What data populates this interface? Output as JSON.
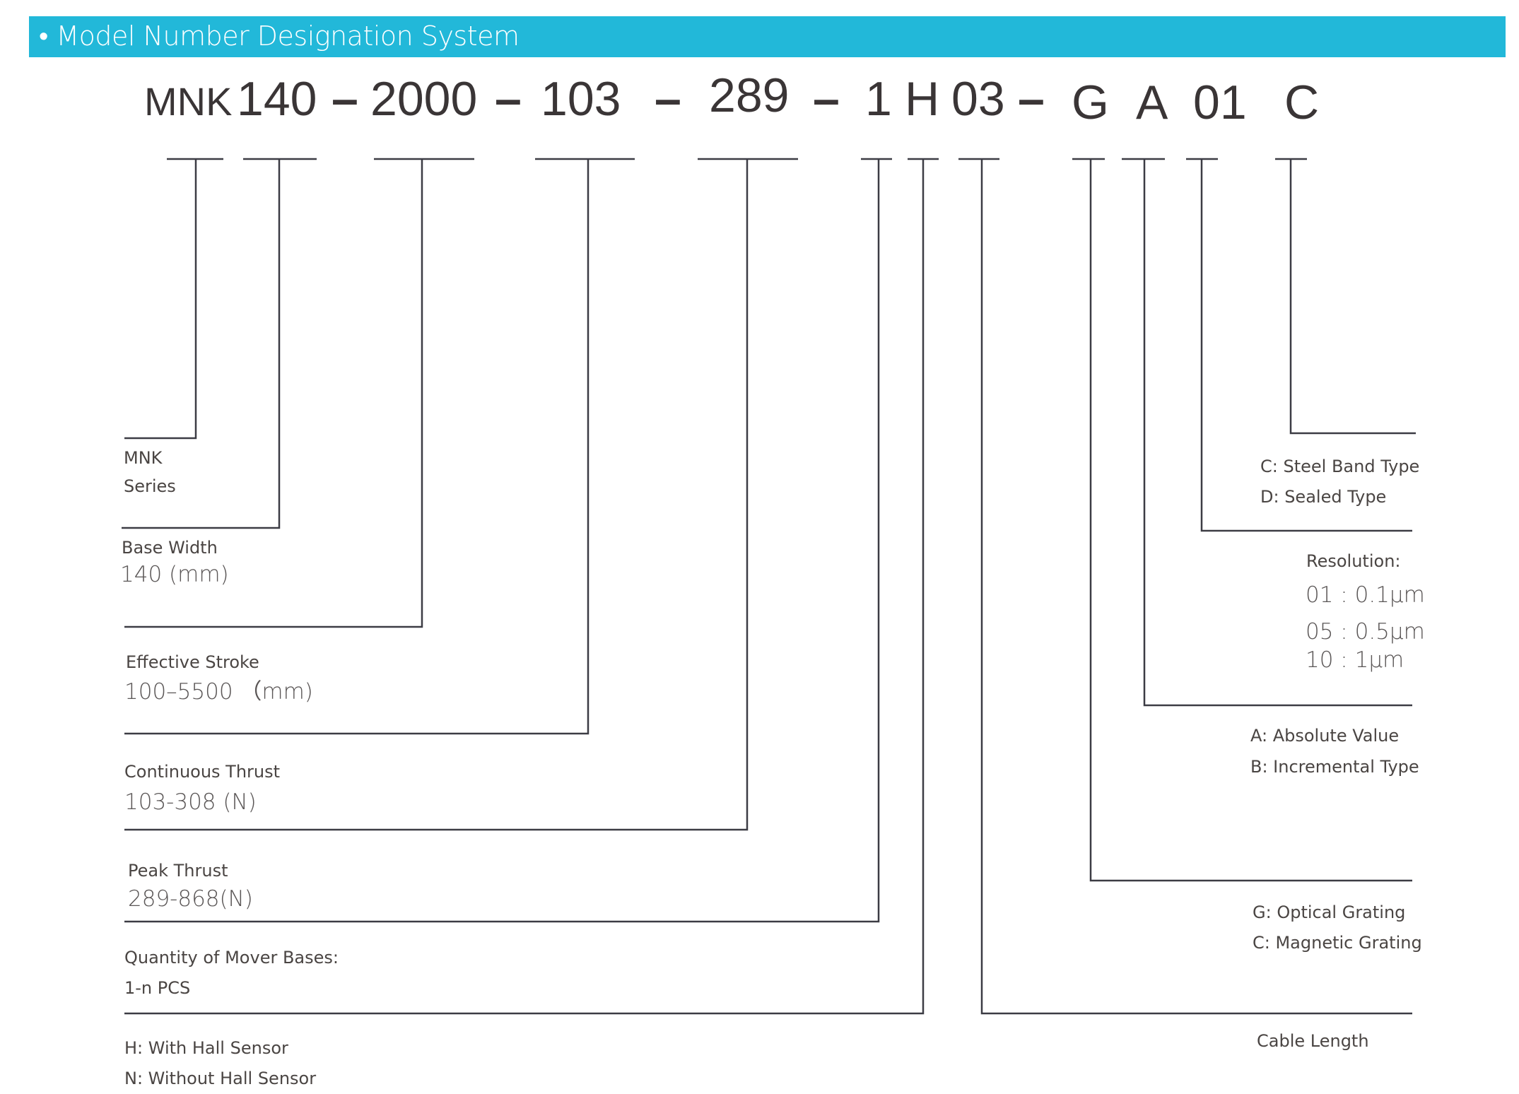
{
  "header": {
    "title": "• Model Number Designation System",
    "accent_color": "#22b8d9"
  },
  "model_code": {
    "tokens": [
      "MNK",
      "140",
      "–",
      "2000",
      "–",
      "103",
      "–",
      "289",
      "–",
      "1",
      "H",
      "03",
      "–",
      "G",
      "A",
      "01",
      "C"
    ]
  },
  "left_labels": {
    "series": {
      "line1": "MNK",
      "line2": "Series"
    },
    "base_width": {
      "label": "Base Width",
      "value": "140 (mm)"
    },
    "effective_stroke": {
      "label": "Effective Stroke",
      "value": "100–5500 （mm)"
    },
    "continuous_thrust": {
      "label": "Continuous Thrust",
      "value": "103-308 (N)"
    },
    "peak_thrust": {
      "label": "Peak Thrust",
      "value": "289-868(N)"
    },
    "mover_bases": {
      "label": "Quantity of Mover Bases:",
      "value": "1-n PCS"
    },
    "hall_sensor": {
      "line1": "H: With Hall Sensor",
      "line2": "N: Without Hall Sensor"
    }
  },
  "right_labels": {
    "type": {
      "line1": "C: Steel Band Type",
      "line2": "D: Sealed Type"
    },
    "resolution": {
      "label": "Resolution:",
      "options": [
        "01 :  0.1μm",
        "05 :  0.5μm",
        "10 :  1μm"
      ]
    },
    "encoder": {
      "line1": "A: Absolute Value",
      "line2": "B: Incremental Type"
    },
    "grating": {
      "line1": "G: Optical Grating",
      "line2": "C: Magnetic Grating"
    },
    "cable": {
      "label": "Cable Length"
    }
  }
}
